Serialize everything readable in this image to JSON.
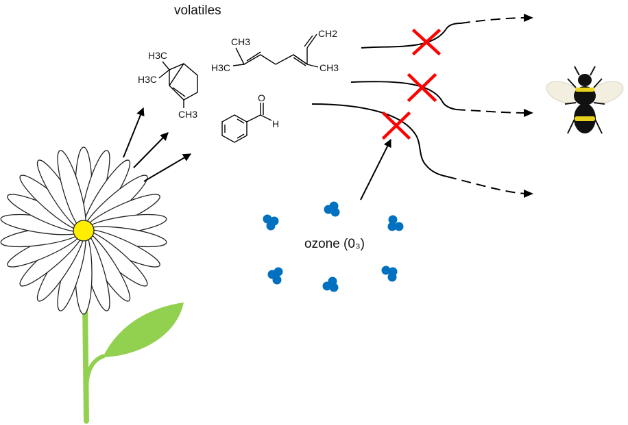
{
  "labels": {
    "volatiles": "volatiles",
    "ozone": "ozone (0₃)"
  },
  "molecules": {
    "pinene": {
      "top_group_a": "H3C",
      "top_group_b": "H3C",
      "bottom_group": "CH3"
    },
    "ocimene": {
      "left_top": "CH3",
      "left_bottom": "H3C",
      "right_top": "CH2",
      "right_bottom": "CH3"
    },
    "benzaldehyde": {
      "oxygen": "O",
      "hydrogen": "H"
    }
  },
  "colors": {
    "petal_fill": "#ffffff",
    "petal_stroke": "#222222",
    "flower_center": "#ffee00",
    "stem": "#92d050",
    "leaf": "#92d050",
    "ozone": "#0070c0",
    "blocked_cross": "#ff0000",
    "bee_body": "#111111",
    "bee_stripe": "#e8d21d"
  },
  "icons": [
    "daisy-flower-icon",
    "bee-icon",
    "ozone-molecule-icon",
    "blocked-cross-icon"
  ]
}
